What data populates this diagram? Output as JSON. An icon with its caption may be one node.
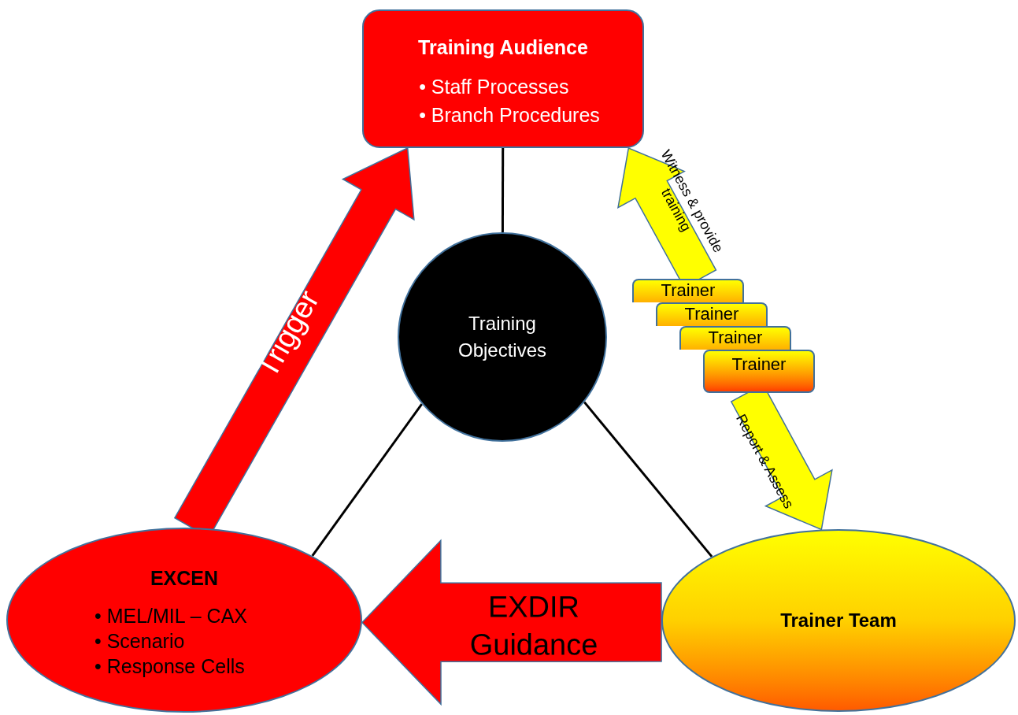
{
  "diagram": {
    "nodes": [
      {
        "text": [
          "Training Audience",
          "• Staff Processes",
          "• Branch Procedures"
        ]
      },
      {
        "text": [
          "Training Objectives"
        ]
      },
      {
        "text": [
          "Trainer"
        ]
      },
      {
        "text": [
          "Trainer"
        ]
      },
      {
        "text": [
          "Trainer"
        ]
      },
      {
        "text": [
          "Trainer"
        ]
      },
      {
        "text": [
          "EXCEN",
          "• MEL/MIL – CAX",
          "• Scenario",
          "• Response Cells"
        ]
      },
      {
        "text": [
          "Trainer Team"
        ]
      }
    ],
    "edges": [
      {
        "from": 1,
        "to": 0,
        "arrow": "none"
      },
      {
        "from": 1,
        "to": 6,
        "arrow": "none"
      },
      {
        "from": 1,
        "to": 7,
        "arrow": "none"
      },
      {
        "from": 6,
        "to": 0,
        "arrow": "to",
        "label": "Trigger",
        "style": "thick",
        "color": "#ff0000"
      },
      {
        "from": 7,
        "to": 6,
        "arrow": "to",
        "label": "EXDIR Guidance",
        "style": "thick",
        "color": "#ff0000"
      },
      {
        "from": 2,
        "to": 0,
        "arrow": "to",
        "label": "Witness & provide training",
        "style": "thick",
        "color": "#ffff00"
      },
      {
        "from": 5,
        "to": 7,
        "arrow": "to",
        "label": "Report & Assess",
        "style": "thick",
        "color": "#ffff00"
      }
    ]
  }
}
